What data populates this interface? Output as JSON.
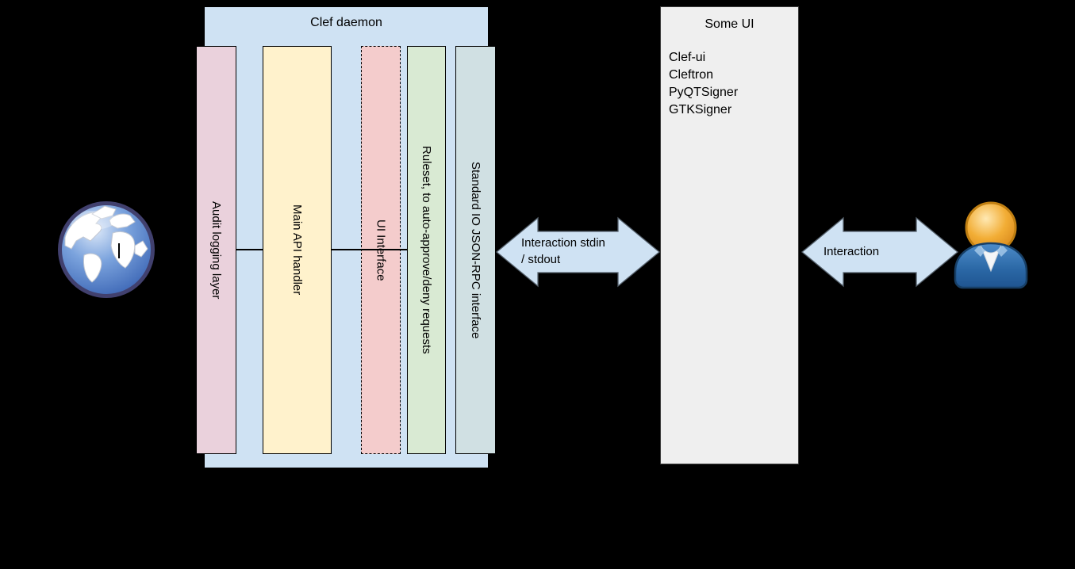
{
  "background_color": "#000000",
  "clef_daemon": {
    "title": "Clef daemon",
    "container_color": "#cfe2f3",
    "columns": [
      {
        "label": "Audit logging layer",
        "color": "#ead1dc",
        "border_style": "solid"
      },
      {
        "label": "Main API handler",
        "color": "#fff2cc",
        "border_style": "solid"
      },
      {
        "label": "UI Interface",
        "color": "#f4cccc",
        "border_style": "dashed"
      },
      {
        "label": "Ruleset, to auto-approve/deny requests",
        "color": "#d9ead3",
        "border_style": "solid"
      },
      {
        "label": "Standard IO JSON-RPC interface",
        "color": "#d0e0e3",
        "border_style": "solid"
      }
    ]
  },
  "arrows": {
    "stdio": {
      "line1": "Interaction stdin",
      "line2": "/ stdout",
      "fill": "#cfe2f3",
      "stroke": "#55606b"
    },
    "user": {
      "label": "Interaction",
      "fill": "#cfe2f3",
      "stroke": "#55606b"
    }
  },
  "some_ui": {
    "title": "Some UI",
    "color": "#efefef",
    "items": [
      "Clef-ui",
      "Cleftron",
      "PyQTSigner",
      "GTKSigner"
    ]
  },
  "icons": {
    "globe": "globe-icon",
    "user": "user-icon"
  }
}
